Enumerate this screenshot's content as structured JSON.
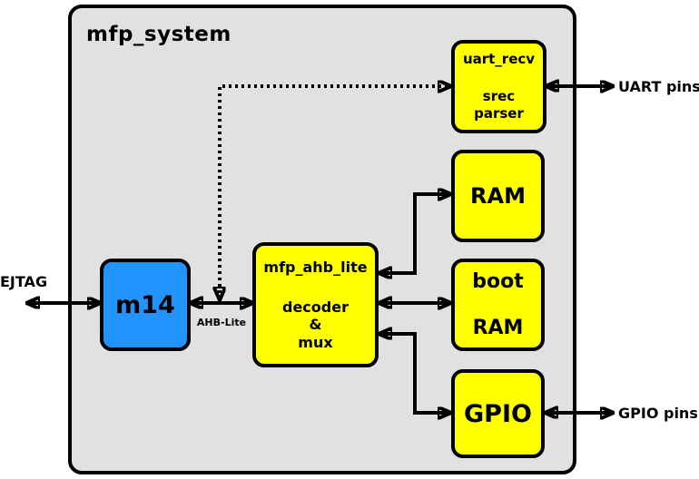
{
  "diagram": {
    "title": "mfp_system",
    "colors": {
      "container_fill": "#e1e1e1",
      "block_yellow": "#ffff00",
      "block_blue": "#2394ff",
      "line_color": "#000000"
    },
    "blocks": {
      "m14": {
        "lines": [
          "m14"
        ]
      },
      "mfp_ahb_lite": {
        "lines": [
          "mfp_ahb_lite",
          "decoder",
          "&",
          "mux"
        ]
      },
      "uart_recv": {
        "lines": [
          "uart_recv",
          "srec",
          "parser"
        ]
      },
      "ram": {
        "lines": [
          "RAM"
        ]
      },
      "boot_ram": {
        "lines": [
          "boot",
          "RAM"
        ]
      },
      "gpio": {
        "lines": [
          "GPIO"
        ]
      }
    },
    "labels": {
      "ejtag": "EJTAG",
      "uart_pins": "UART pins",
      "gpio_pins": "GPIO pins",
      "bus": "AHB-Lite"
    },
    "connections": [
      {
        "from": "EJTAG",
        "to": "m14",
        "style": "solid",
        "bidirectional": true
      },
      {
        "from": "m14",
        "to": "mfp_ahb_lite",
        "style": "solid",
        "bidirectional": true,
        "label": "AHB-Lite"
      },
      {
        "from": "AHB-Lite bus",
        "to": "uart_recv",
        "style": "dotted",
        "bidirectional": true
      },
      {
        "from": "mfp_ahb_lite",
        "to": "RAM",
        "style": "solid",
        "bidirectional": true
      },
      {
        "from": "mfp_ahb_lite",
        "to": "boot RAM",
        "style": "solid",
        "bidirectional": true
      },
      {
        "from": "mfp_ahb_lite",
        "to": "GPIO",
        "style": "solid",
        "bidirectional": true
      },
      {
        "from": "uart_recv",
        "to": "UART pins",
        "style": "solid",
        "bidirectional": true
      },
      {
        "from": "GPIO",
        "to": "GPIO pins",
        "style": "solid",
        "bidirectional": true
      }
    ]
  }
}
